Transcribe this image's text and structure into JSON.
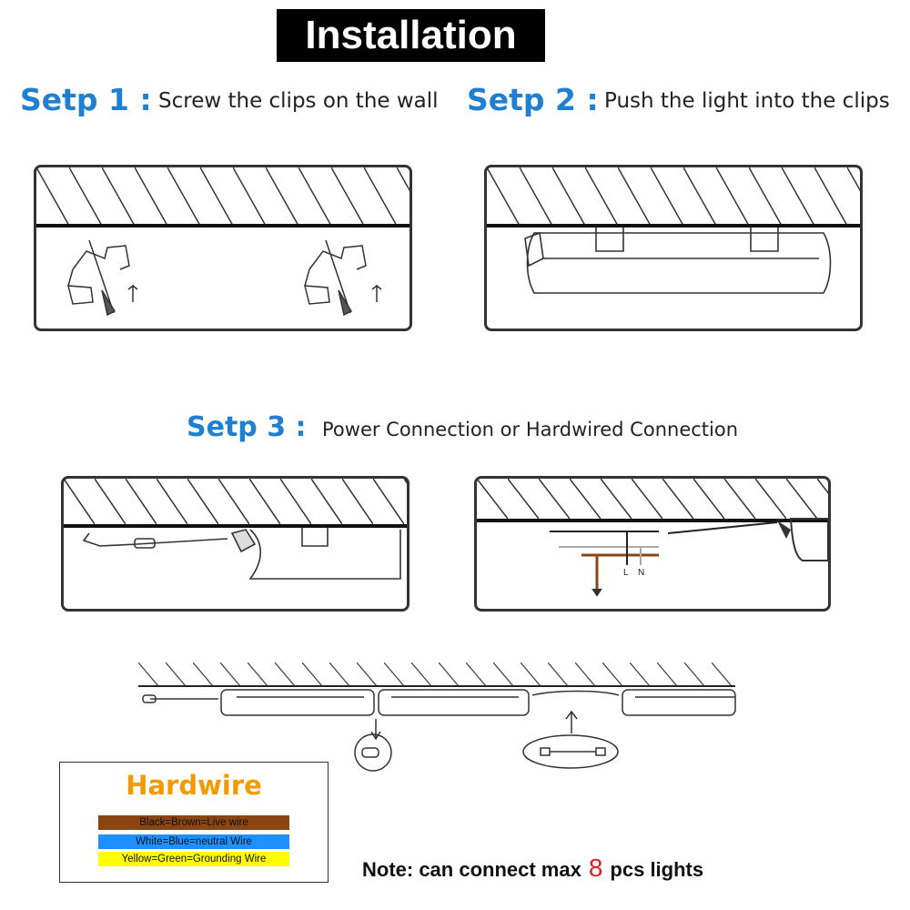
{
  "title": "Installation",
  "steps": [
    {
      "label": "Setp 1 :",
      "text": "Screw the clips on the wall"
    },
    {
      "label": "Setp 2 :",
      "text": "Push the light into the clips"
    },
    {
      "label": "Setp 3 :",
      "text": "Power Connection or Hardwired Connection"
    }
  ],
  "wiring_labels": {
    "live": "L",
    "neutral": "N"
  },
  "legend": {
    "title": "Hardwire",
    "items": [
      {
        "text": "Black=Brown=Live wire",
        "color": "#8b4513"
      },
      {
        "text": "White=Blue=neutral Wire",
        "color": "#1e90ff"
      },
      {
        "text": "Yellow=Green=Grounding Wire",
        "color": "#ffff00"
      }
    ]
  },
  "note": {
    "prefix": "Note: can connect max",
    "count": "8",
    "suffix": "pcs lights"
  },
  "colors": {
    "step_blue": "#1f7fd0",
    "legend_title": "#f39a00",
    "note_number": "#e02020"
  }
}
